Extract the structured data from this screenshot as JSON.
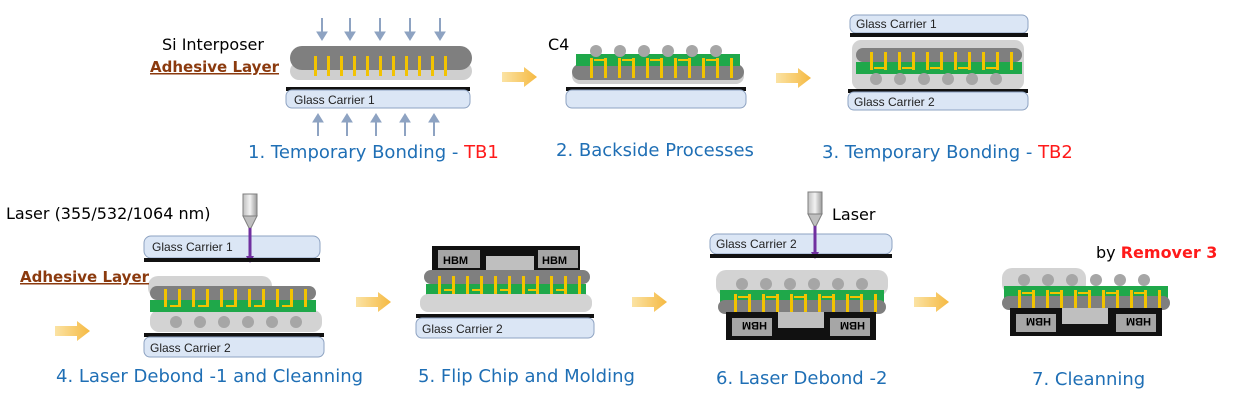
{
  "steps": [
    {
      "caption": "1. Temporary Bonding - ",
      "suffix": "TB1"
    },
    {
      "caption": "2. Backside Processes"
    },
    {
      "caption": "3. Temporary Bonding - ",
      "suffix": "TB2"
    },
    {
      "caption": "4. Laser Debond -1 and Cleanning"
    },
    {
      "caption": "5. Flip Chip and Molding"
    },
    {
      "caption": "6. Laser Debond -2"
    },
    {
      "caption": "7. Cleanning"
    }
  ],
  "labels": {
    "si_interposer": "Si Interposer",
    "adhesive_layer": "Adhesive Layer",
    "c4": "C4",
    "glass_carrier_1": "Glass Carrier 1",
    "glass_carrier_2": "Glass Carrier 2",
    "laser_full": "Laser  (355/532/1064 nm)",
    "laser": "Laser",
    "by": "by ",
    "remover": "Remover 3",
    "hbm": "HBM"
  },
  "colors": {
    "caption_blue": "#1f6fb5",
    "highlight_red": "#ff1a1a",
    "adhesive_brown": "#8b3a0e",
    "glass_fill": "#dbe6f5",
    "interposer_gray": "#7f7f7f",
    "adhesive_gray": "#d0d0d0",
    "rdl_green": "#1fa84a",
    "via_yellow": "#f2c300",
    "arrow_yellow": "#f7c65e",
    "laser_purple": "#7030a0"
  }
}
